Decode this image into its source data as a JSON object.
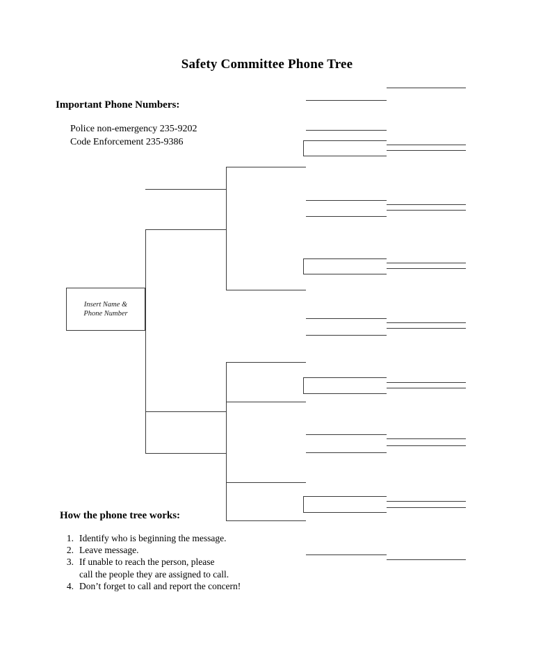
{
  "document": {
    "title": "Safety Committee Phone Tree"
  },
  "important_phone_numbers": {
    "heading": "Important Phone Numbers:",
    "entries": [
      "Police non-emergency 235-9202",
      "Code Enforcement 235-9386"
    ]
  },
  "root_node": {
    "label": "Insert Name &\nPhone Number"
  },
  "how_it_works": {
    "heading": "How the phone tree works:",
    "steps": [
      {
        "number": "1.",
        "text": "Identify who is beginning the message."
      },
      {
        "number": "2.",
        "text": "Leave message."
      },
      {
        "number": "3.",
        "text": "If unable to reach the person, please\ncall the people they are assigned to call."
      },
      {
        "number": "4.",
        "text": "Don’t forget to call and report the concern!"
      }
    ]
  },
  "tree": {
    "description": "Blank fill-in phone tree bracket with three levels of write-in lines branching right from the root box.",
    "line_color": "#3a3a3a",
    "blank_line_label": "",
    "level1_lines": 2,
    "level2_lines": 8,
    "level3_lines": 14,
    "connector_count": 9
  }
}
